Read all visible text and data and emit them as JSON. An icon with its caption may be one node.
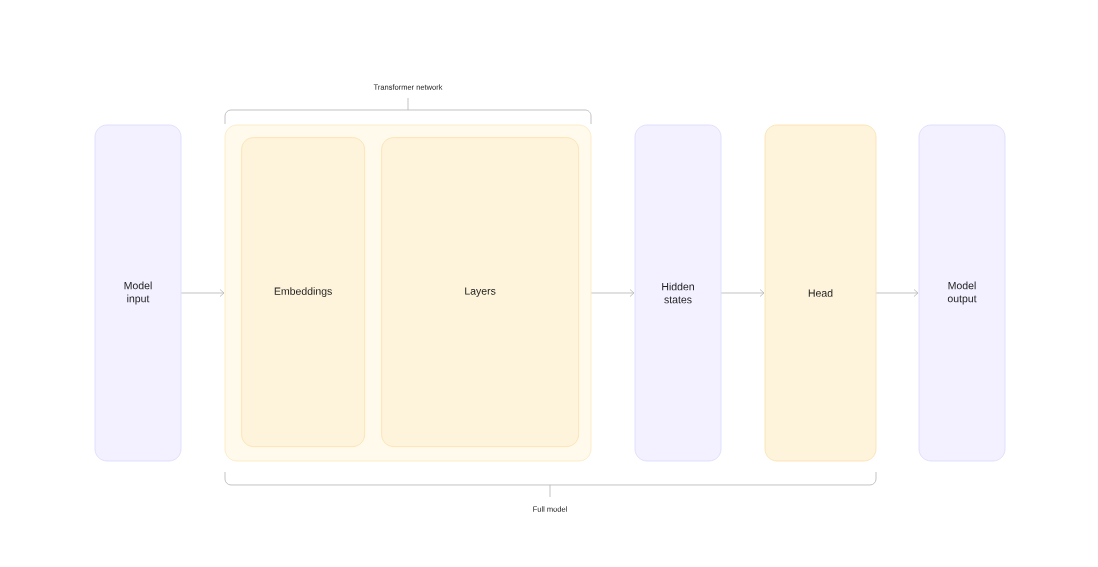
{
  "diagram": {
    "nodes": [
      {
        "text": [
          "Model input"
        ]
      },
      {
        "text": [],
        "shape": "box"
      },
      {
        "text": [
          "Embeddings"
        ],
        "in": 1
      },
      {
        "text": [
          "Layers"
        ],
        "in": 1
      },
      {
        "text": [
          "Hidden states"
        ]
      },
      {
        "text": [
          "Head"
        ]
      },
      {
        "text": [
          "Model output"
        ]
      }
    ],
    "edges": [
      {
        "from": 0,
        "to": 1,
        "arrow": "to"
      },
      {
        "from": 1,
        "to": 4,
        "arrow": "to"
      },
      {
        "from": 4,
        "to": 5,
        "arrow": "to"
      },
      {
        "from": 5,
        "to": 6,
        "arrow": "to"
      }
    ],
    "labels": [
      "Transformer network",
      "Full model"
    ]
  }
}
